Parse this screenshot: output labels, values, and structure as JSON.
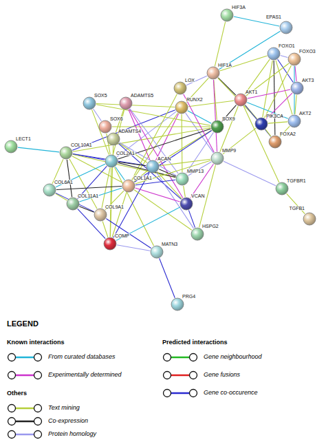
{
  "diagram": {
    "nodes": [
      {
        "text": [
          "HIF3A"
        ]
      },
      {
        "text": [
          "EPAS1"
        ]
      },
      {
        "text": [
          "FOXO1"
        ]
      },
      {
        "text": [
          "FOXO3"
        ]
      },
      {
        "text": [
          "HIF1A"
        ]
      },
      {
        "text": [
          "LOX"
        ]
      },
      {
        "text": [
          "AKT3"
        ]
      },
      {
        "text": [
          "SOX5"
        ]
      },
      {
        "text": [
          "ADAMTS5"
        ]
      },
      {
        "text": [
          "AKT1"
        ]
      },
      {
        "text": [
          "RUNX2"
        ]
      },
      {
        "text": [
          "SOX6"
        ]
      },
      {
        "text": [
          "AKT2"
        ]
      },
      {
        "text": [
          "PIK3CA"
        ]
      },
      {
        "text": [
          "SOX9"
        ]
      },
      {
        "text": [
          "ADAMTS4"
        ]
      },
      {
        "text": [
          "FOXA2"
        ]
      },
      {
        "text": [
          "LECT1"
        ]
      },
      {
        "text": [
          "COL10A1"
        ]
      },
      {
        "text": [
          "MMP9"
        ]
      },
      {
        "text": [
          "COL2A1"
        ]
      },
      {
        "text": [
          "ACAN"
        ]
      },
      {
        "text": [
          "MMP13"
        ]
      },
      {
        "text": [
          "COL1A1"
        ]
      },
      {
        "text": [
          "TGFBR1"
        ]
      },
      {
        "text": [
          "COL6A1"
        ]
      },
      {
        "text": [
          "VCAN"
        ]
      },
      {
        "text": [
          "COL11A1"
        ]
      },
      {
        "text": [
          "COL9A1"
        ]
      },
      {
        "text": [
          "TGFB1"
        ]
      },
      {
        "text": [
          "HSPG2"
        ]
      },
      {
        "text": [
          "COMP"
        ]
      },
      {
        "text": [
          "MATN3"
        ]
      },
      {
        "text": [
          "PRG4"
        ]
      }
    ],
    "edges": [
      {
        "from": 0,
        "to": 1,
        "arrow": "none"
      },
      {
        "from": 0,
        "to": 4,
        "arrow": "none"
      },
      {
        "from": 1,
        "to": 4,
        "arrow": "none"
      },
      {
        "from": 4,
        "to": 2,
        "arrow": "none"
      },
      {
        "from": 4,
        "to": 9,
        "arrow": "none"
      },
      {
        "from": 4,
        "to": 10,
        "arrow": "none"
      },
      {
        "from": 4,
        "to": 14,
        "arrow": "none"
      },
      {
        "from": 4,
        "to": 19,
        "arrow": "none"
      },
      {
        "from": 4,
        "to": 5,
        "arrow": "none"
      },
      {
        "from": 4,
        "to": 13,
        "arrow": "none"
      },
      {
        "from": 2,
        "to": 3,
        "arrow": "none"
      },
      {
        "from": 2,
        "to": 9,
        "arrow": "none"
      },
      {
        "from": 2,
        "to": 6,
        "arrow": "none"
      },
      {
        "from": 2,
        "to": 12,
        "arrow": "none"
      },
      {
        "from": 2,
        "to": 13,
        "arrow": "none"
      },
      {
        "from": 2,
        "to": 16,
        "arrow": "none"
      },
      {
        "from": 3,
        "to": 9,
        "arrow": "none"
      },
      {
        "from": 3,
        "to": 6,
        "arrow": "none"
      },
      {
        "from": 3,
        "to": 12,
        "arrow": "none"
      },
      {
        "from": 3,
        "to": 13,
        "arrow": "none"
      },
      {
        "from": 9,
        "to": 6,
        "arrow": "none"
      },
      {
        "from": 9,
        "to": 12,
        "arrow": "none"
      },
      {
        "from": 9,
        "to": 13,
        "arrow": "none"
      },
      {
        "from": 9,
        "to": 16,
        "arrow": "none"
      },
      {
        "from": 9,
        "to": 19,
        "arrow": "none"
      },
      {
        "from": 9,
        "to": 10,
        "arrow": "none"
      },
      {
        "from": 9,
        "to": 14,
        "arrow": "none"
      },
      {
        "from": 9,
        "to": 24,
        "arrow": "none"
      },
      {
        "from": 6,
        "to": 12,
        "arrow": "none"
      },
      {
        "from": 6,
        "to": 13,
        "arrow": "none"
      },
      {
        "from": 12,
        "to": 13,
        "arrow": "none"
      },
      {
        "from": 12,
        "to": 16,
        "arrow": "none"
      },
      {
        "from": 13,
        "to": 16,
        "arrow": "none"
      },
      {
        "from": 13,
        "to": 19,
        "arrow": "none"
      },
      {
        "from": 24,
        "to": 29,
        "arrow": "none"
      },
      {
        "from": 10,
        "to": 14,
        "arrow": "none"
      },
      {
        "from": 10,
        "to": 22,
        "arrow": "none"
      },
      {
        "from": 10,
        "to": 18,
        "arrow": "none"
      },
      {
        "from": 10,
        "to": 20,
        "arrow": "none"
      },
      {
        "from": 10,
        "to": 23,
        "arrow": "none"
      },
      {
        "from": 10,
        "to": 21,
        "arrow": "none"
      },
      {
        "from": 10,
        "to": 19,
        "arrow": "none"
      },
      {
        "from": 10,
        "to": 7,
        "arrow": "none"
      },
      {
        "from": 14,
        "to": 7,
        "arrow": "none"
      },
      {
        "from": 14,
        "to": 11,
        "arrow": "none"
      },
      {
        "from": 14,
        "to": 20,
        "arrow": "none"
      },
      {
        "from": 14,
        "to": 21,
        "arrow": "none"
      },
      {
        "from": 14,
        "to": 18,
        "arrow": "none"
      },
      {
        "from": 14,
        "to": 23,
        "arrow": "none"
      },
      {
        "from": 14,
        "to": 22,
        "arrow": "none"
      },
      {
        "from": 7,
        "to": 11,
        "arrow": "none"
      },
      {
        "from": 7,
        "to": 20,
        "arrow": "none"
      },
      {
        "from": 11,
        "to": 20,
        "arrow": "none"
      },
      {
        "from": 8,
        "to": 15,
        "arrow": "none"
      },
      {
        "from": 8,
        "to": 21,
        "arrow": "none"
      },
      {
        "from": 8,
        "to": 22,
        "arrow": "none"
      },
      {
        "from": 8,
        "to": 20,
        "arrow": "none"
      },
      {
        "from": 8,
        "to": 26,
        "arrow": "none"
      },
      {
        "from": 15,
        "to": 21,
        "arrow": "none"
      },
      {
        "from": 15,
        "to": 26,
        "arrow": "none"
      },
      {
        "from": 15,
        "to": 22,
        "arrow": "none"
      },
      {
        "from": 15,
        "to": 31,
        "arrow": "none"
      },
      {
        "from": 5,
        "to": 23,
        "arrow": "none"
      },
      {
        "from": 5,
        "to": 19,
        "arrow": "none"
      },
      {
        "from": 17,
        "to": 18,
        "arrow": "none"
      },
      {
        "from": 18,
        "to": 20,
        "arrow": "none"
      },
      {
        "from": 18,
        "to": 23,
        "arrow": "none"
      },
      {
        "from": 18,
        "to": 25,
        "arrow": "none"
      },
      {
        "from": 18,
        "to": 27,
        "arrow": "none"
      },
      {
        "from": 18,
        "to": 28,
        "arrow": "none"
      },
      {
        "from": 18,
        "to": 22,
        "arrow": "none"
      },
      {
        "from": 18,
        "to": 21,
        "arrow": "none"
      },
      {
        "from": 20,
        "to": 21,
        "arrow": "none"
      },
      {
        "from": 20,
        "to": 23,
        "arrow": "none"
      },
      {
        "from": 20,
        "to": 28,
        "arrow": "none"
      },
      {
        "from": 20,
        "to": 27,
        "arrow": "none"
      },
      {
        "from": 20,
        "to": 25,
        "arrow": "none"
      },
      {
        "from": 20,
        "to": 31,
        "arrow": "none"
      },
      {
        "from": 20,
        "to": 22,
        "arrow": "none"
      },
      {
        "from": 20,
        "to": 32,
        "arrow": "none"
      },
      {
        "from": 21,
        "to": 22,
        "arrow": "none"
      },
      {
        "from": 21,
        "to": 23,
        "arrow": "none"
      },
      {
        "from": 21,
        "to": 26,
        "arrow": "none"
      },
      {
        "from": 21,
        "to": 31,
        "arrow": "none"
      },
      {
        "from": 21,
        "to": 30,
        "arrow": "none"
      },
      {
        "from": 21,
        "to": 19,
        "arrow": "none"
      },
      {
        "from": 19,
        "to": 22,
        "arrow": "none"
      },
      {
        "from": 19,
        "to": 23,
        "arrow": "none"
      },
      {
        "from": 19,
        "to": 26,
        "arrow": "none"
      },
      {
        "from": 19,
        "to": 24,
        "arrow": "none"
      },
      {
        "from": 19,
        "to": 30,
        "arrow": "none"
      },
      {
        "from": 22,
        "to": 23,
        "arrow": "none"
      },
      {
        "from": 22,
        "to": 26,
        "arrow": "none"
      },
      {
        "from": 23,
        "to": 25,
        "arrow": "none"
      },
      {
        "from": 23,
        "to": 27,
        "arrow": "none"
      },
      {
        "from": 23,
        "to": 28,
        "arrow": "none"
      },
      {
        "from": 23,
        "to": 26,
        "arrow": "none"
      },
      {
        "from": 23,
        "to": 31,
        "arrow": "none"
      },
      {
        "from": 23,
        "to": 30,
        "arrow": "none"
      },
      {
        "from": 25,
        "to": 27,
        "arrow": "none"
      },
      {
        "from": 25,
        "to": 28,
        "arrow": "none"
      },
      {
        "from": 27,
        "to": 28,
        "arrow": "none"
      },
      {
        "from": 28,
        "to": 31,
        "arrow": "none"
      },
      {
        "from": 28,
        "to": 32,
        "arrow": "none"
      },
      {
        "from": 27,
        "to": 31,
        "arrow": "none"
      },
      {
        "from": 26,
        "to": 30,
        "arrow": "none"
      },
      {
        "from": 26,
        "to": 31,
        "arrow": "none"
      },
      {
        "from": 31,
        "to": 32,
        "arrow": "none"
      },
      {
        "from": 32,
        "to": 33,
        "arrow": "none"
      }
    ],
    "labels": [
      "LEGEND",
      "Known interactions",
      "Predicted interactions",
      "Others"
    ],
    "legend": [
      {
        "text": "From curated databases",
        "color": "#20b4d8"
      },
      {
        "text": "Experimentally determined",
        "color": "#cc33cc"
      },
      {
        "text": "Gene neighbourhood",
        "color": "#22b822"
      },
      {
        "text": "Gene fusions",
        "color": "#e02020"
      },
      {
        "text": "Gene co-occurence",
        "color": "#2b2bd0"
      },
      {
        "text": "Text mining",
        "color": "#b5cf3b"
      },
      {
        "text": "Co-expression",
        "color": "#222222"
      },
      {
        "text": "Protein homology",
        "color": "#9a98ee"
      }
    ]
  }
}
